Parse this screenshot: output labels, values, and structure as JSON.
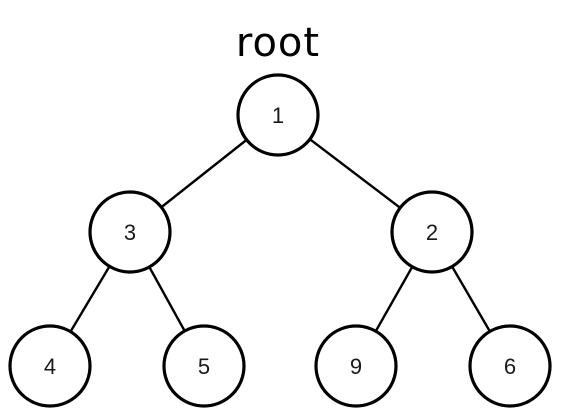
{
  "diagram": {
    "root_label": "root",
    "nodes": [
      {
        "id": "n1",
        "label": "1"
      },
      {
        "id": "n3",
        "label": "3"
      },
      {
        "id": "n2",
        "label": "2"
      },
      {
        "id": "n4",
        "label": "4"
      },
      {
        "id": "n5",
        "label": "5"
      },
      {
        "id": "n9",
        "label": "9"
      },
      {
        "id": "n6",
        "label": "6"
      }
    ],
    "edges": [
      {
        "from": "n1",
        "to": "n3"
      },
      {
        "from": "n1",
        "to": "n2"
      },
      {
        "from": "n3",
        "to": "n4"
      },
      {
        "from": "n3",
        "to": "n5"
      },
      {
        "from": "n2",
        "to": "n9"
      },
      {
        "from": "n2",
        "to": "n6"
      }
    ],
    "colors": {
      "stroke": "#000000",
      "background": "#ffffff"
    }
  }
}
